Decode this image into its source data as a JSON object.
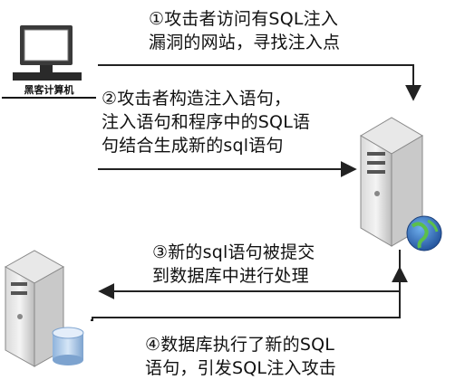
{
  "steps": [
    {
      "line1": "①攻击者访问有SQL注入",
      "line2": "漏洞的网站，寻找注入点"
    },
    {
      "line1": "②攻击者构造注入语句，",
      "line2": "注入语句和程序中的SQL语",
      "line3": "句结合生成新的sql语句"
    },
    {
      "line1": "③新的sql语句被提交",
      "line2": "到数据库中进行处理"
    },
    {
      "line1": "④数据库执行了新的SQL",
      "line2": "语句，引发SQL注入攻击"
    }
  ],
  "attacker_label": "黑客计算机",
  "colors": {
    "arrow": "#222222",
    "text": "#111111",
    "globe": "#2f6fb8",
    "db": "#a9c6e6"
  }
}
